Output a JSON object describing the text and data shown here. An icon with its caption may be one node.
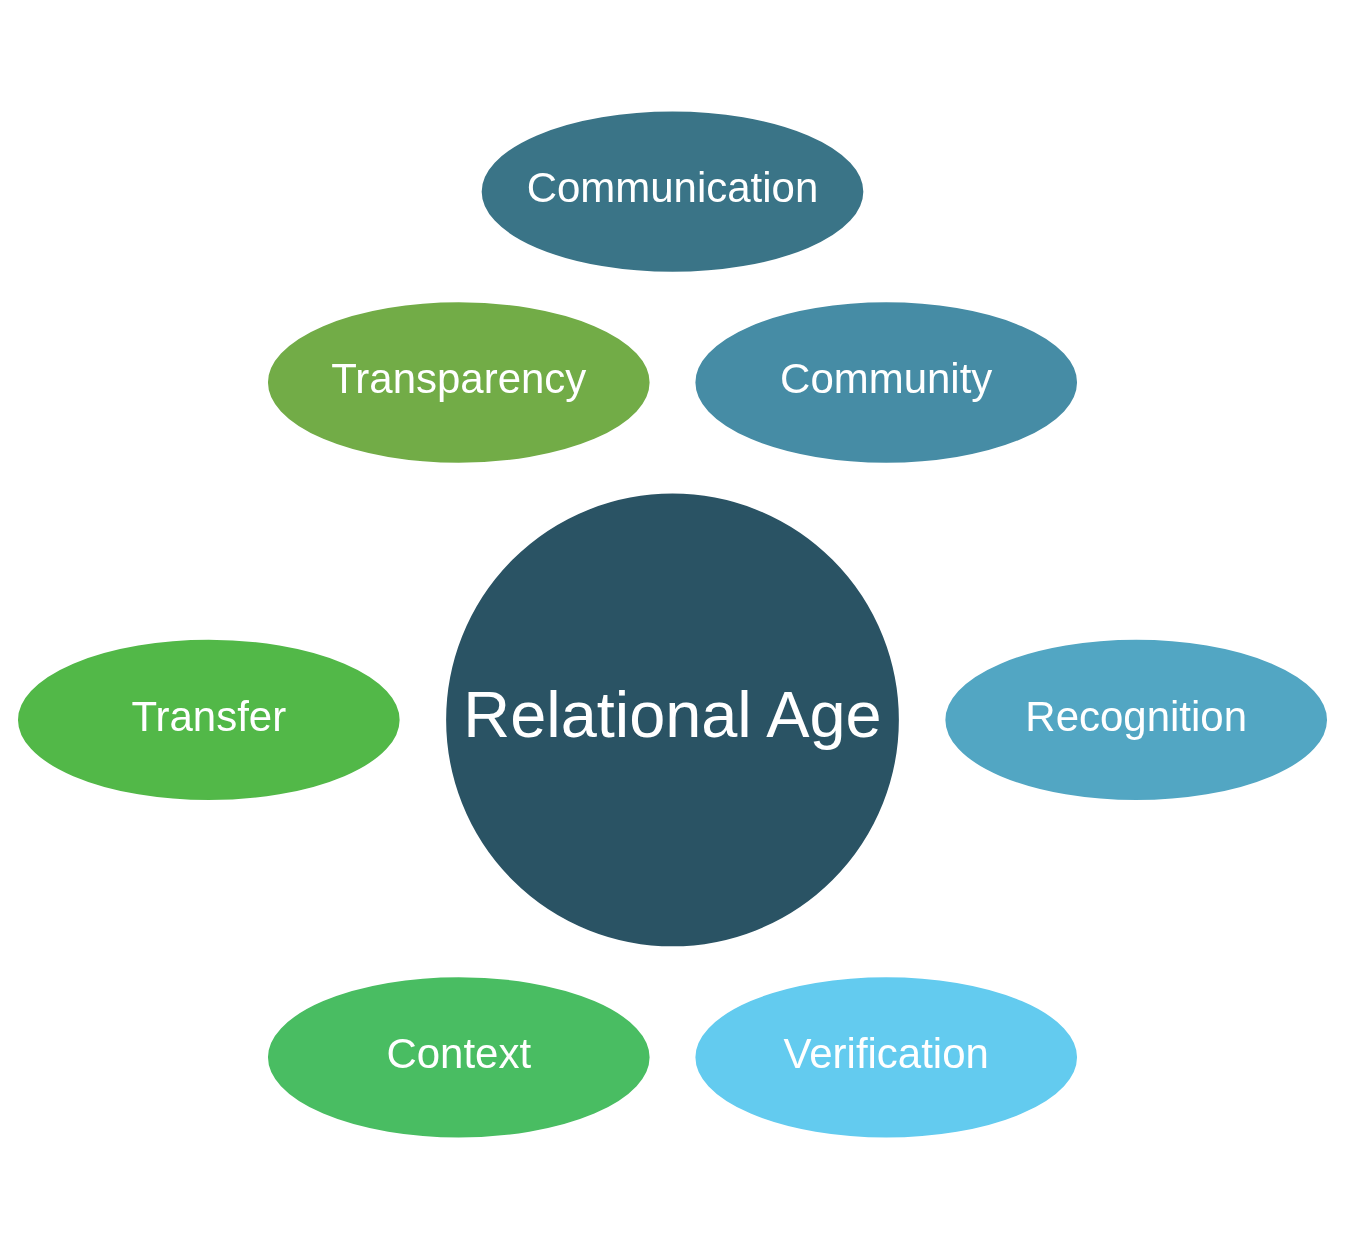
{
  "diagram": {
    "nodes": [
      {
        "text": [
          "Relational Age"
        ]
      },
      {
        "text": [
          "Communication"
        ]
      },
      {
        "text": [
          "Community"
        ]
      },
      {
        "text": [
          "Recognition"
        ]
      },
      {
        "text": [
          "Verification"
        ]
      },
      {
        "text": [
          "Context"
        ]
      },
      {
        "text": [
          "Transfer"
        ]
      },
      {
        "text": [
          "Transparency"
        ]
      }
    ],
    "edges": []
  }
}
